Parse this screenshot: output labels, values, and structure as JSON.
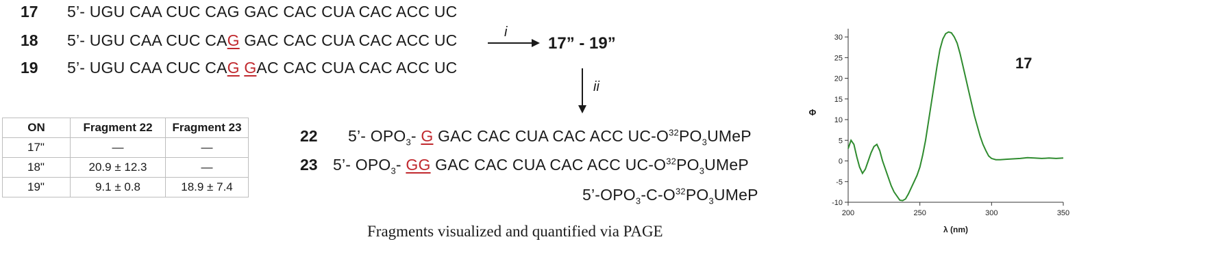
{
  "sequences": {
    "s17": {
      "label": "17",
      "prefix": "5’- UGU CAA CUC CAG GAC CAC CUA CAC ACC UC"
    },
    "s18": {
      "label": "18",
      "pre": "5’- UGU CAA CUC CA",
      "mod": "G",
      "post": " GAC CAC CUA CAC ACC UC"
    },
    "s19": {
      "label": "19",
      "pre": "5’- UGU CAA CUC CA",
      "mod1": "G",
      "mid": " ",
      "mod2": "G",
      "post": "AC CAC CUA CAC ACC UC"
    }
  },
  "arrow_i": {
    "label": "i",
    "product": "17” - 19”"
  },
  "arrow_ii": {
    "label": "ii"
  },
  "fragments": {
    "f22": {
      "label": "22",
      "pre": "5’- OPO",
      "sub1": "3",
      "dash": "- ",
      "mod": "G",
      "post": " GAC CAC CUA CAC ACC UC-O",
      "sup": "32",
      "po": "PO",
      "sub2": "3",
      "end": "UMeP"
    },
    "f23": {
      "label": "23",
      "pre": "5’- OPO",
      "sub1": "3",
      "dash": "- ",
      "mod": "GG",
      "post": " GAC CAC CUA CAC ACC UC-O",
      "sup": "32",
      "po": "PO",
      "sub2": "3",
      "end": "UMeP"
    },
    "f24": {
      "pre": "5’-OPO",
      "sub1": "3",
      "mid": "-C-O",
      "sup": "32",
      "po": "PO",
      "sub2": "3",
      "end": "UMeP"
    }
  },
  "table": {
    "headers": [
      "ON",
      "Fragment 22",
      "Fragment 23"
    ],
    "rows": [
      [
        "17\"",
        "—",
        "—"
      ],
      [
        "18\"",
        "20.9 ± 12.3",
        "—"
      ],
      [
        "19\"",
        "9.1 ± 0.8",
        "18.9 ± 7.4"
      ]
    ]
  },
  "caption": "Fragments visualized and quantified via PAGE",
  "chart_data": {
    "type": "line",
    "title": "17",
    "xlabel": "λ (nm)",
    "ylabel": "Φ",
    "xlim": [
      200,
      350
    ],
    "ylim": [
      -10,
      32
    ],
    "xticks": [
      200,
      250,
      300,
      350
    ],
    "yticks": [
      -10,
      -5,
      0,
      5,
      10,
      15,
      20,
      25,
      30
    ],
    "color": "#2e8b2e",
    "series": [
      {
        "x": [
          200,
          202,
          204,
          206,
          208,
          210,
          212,
          214,
          216,
          218,
          220,
          222,
          224,
          226,
          228,
          230,
          232,
          234,
          236,
          238,
          240,
          242,
          244,
          246,
          248,
          250,
          252,
          254,
          256,
          258,
          260,
          262,
          264,
          266,
          268,
          270,
          272,
          274,
          276,
          278,
          280,
          282,
          284,
          286,
          288,
          290,
          292,
          294,
          296,
          298,
          300,
          303,
          306,
          310,
          315,
          320,
          325,
          330,
          335,
          340,
          345,
          350
        ],
        "y": [
          3,
          5,
          4,
          1,
          -1.5,
          -3,
          -2,
          0,
          2,
          3.5,
          4,
          2.5,
          0,
          -2,
          -4,
          -6,
          -7.5,
          -8.5,
          -9.5,
          -9.6,
          -9.2,
          -8,
          -6.5,
          -5,
          -3.5,
          -1.5,
          1.5,
          5,
          9.5,
          14,
          18.5,
          23,
          27,
          29.5,
          30.8,
          31.2,
          31,
          30,
          28.5,
          26,
          23,
          20,
          17,
          14,
          11,
          8.5,
          6,
          4,
          2.5,
          1.2,
          0.6,
          0.3,
          0.3,
          0.4,
          0.5,
          0.6,
          0.8,
          0.7,
          0.6,
          0.7,
          0.6,
          0.7
        ]
      }
    ]
  }
}
